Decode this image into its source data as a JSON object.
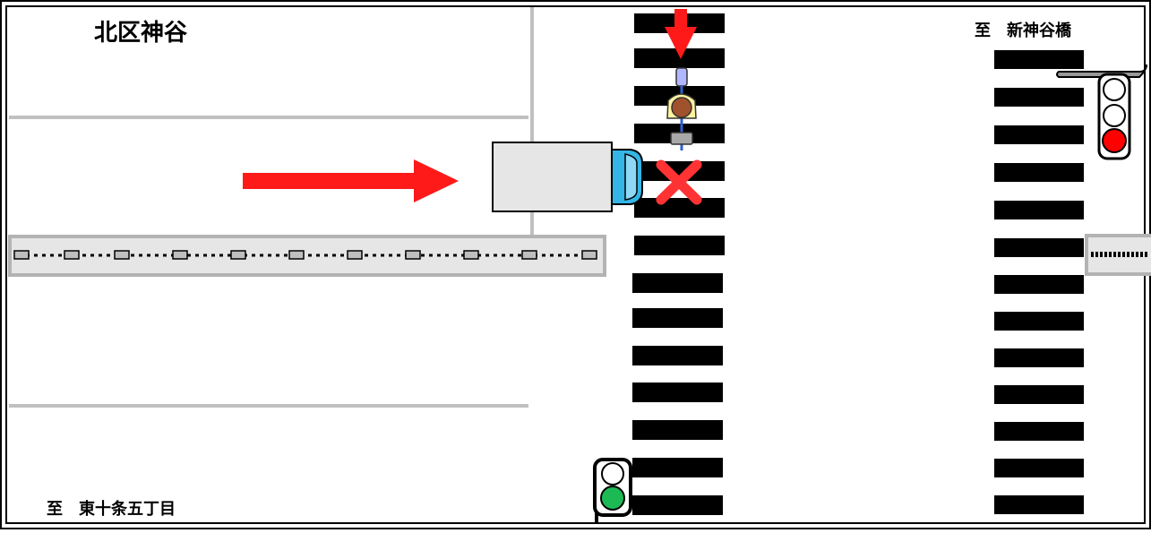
{
  "labels": {
    "area": "北区神谷",
    "direction_upper_right": "至　新神谷橋",
    "direction_lower_left": "至　東十条五丁目"
  },
  "colors": {
    "arrow": "#ff1a1a",
    "crosswalk": "#000000",
    "lane_line": "#c0c0c0",
    "median_fill": "#e6e6e6",
    "median_border": "#b3b3b3",
    "truck_box": "#e6e6e6",
    "truck_cab": "#33b5e5",
    "cross_mark": "#ff3333",
    "signal_red": "#ff0000",
    "signal_green": "#1db954"
  },
  "signals": {
    "upper_right": {
      "active": "red"
    },
    "lower_left": {
      "active": "green"
    }
  },
  "icons": [
    "arrow-right-icon",
    "arrow-down-icon",
    "truck-icon",
    "cyclist-icon",
    "cross-mark-icon",
    "traffic-signal-icon"
  ]
}
